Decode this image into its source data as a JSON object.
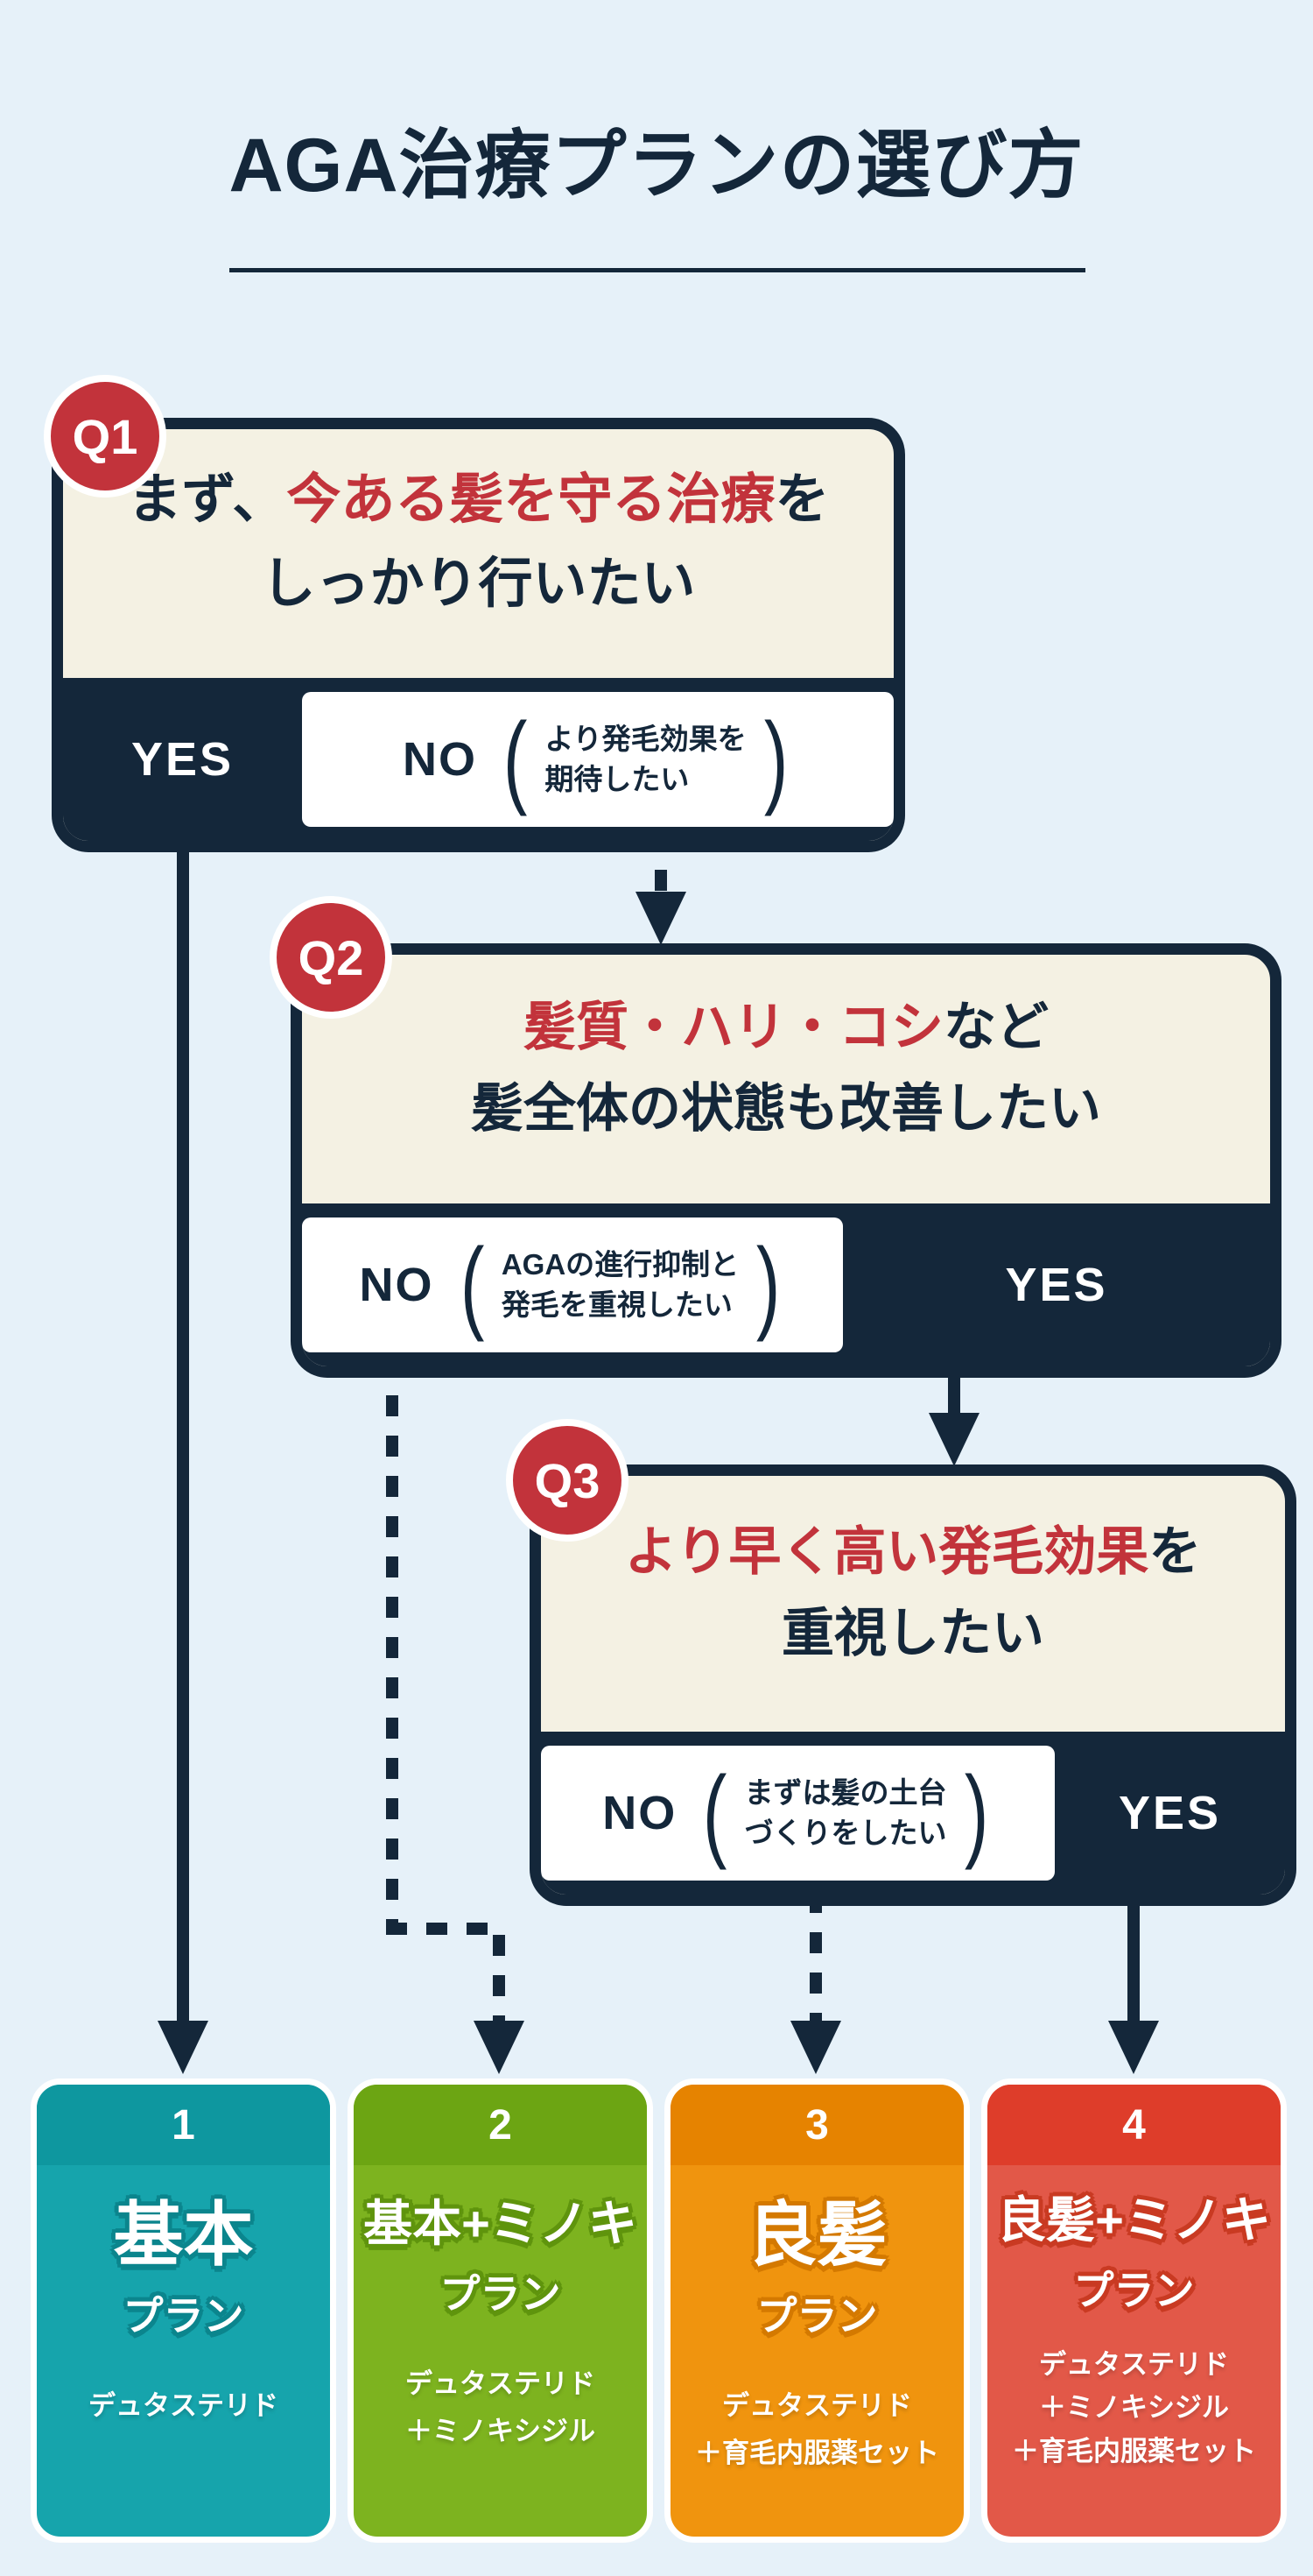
{
  "title": {
    "text": "AGA治療プランの選び方"
  },
  "colors": {
    "background": "#e6f1f9",
    "navy": "#14273a",
    "red": "#c2333b",
    "cream": "#f4f1e3",
    "plan1_body": "#16a4ac",
    "plan1_header": "#0e979f",
    "plan2_body": "#7db31f",
    "plan2_header": "#6ca513",
    "plan3_body": "#f0940e",
    "plan3_header": "#e68300",
    "plan4_body": "#e25848",
    "plan4_header": "#de3d2a"
  },
  "questions": [
    {
      "id": "Q1",
      "line1_prefix": "まず、",
      "line1_highlight": "今ある髪を守る治療",
      "line1_suffix": "を",
      "line2": "しっかり行いたい",
      "yes_label": "YES",
      "no_label": "NO",
      "no_note_line1": "より発毛効果を",
      "no_note_line2": "期待したい"
    },
    {
      "id": "Q2",
      "line1_prefix": "",
      "line1_highlight": "髪質・ハリ・コシ",
      "line1_suffix": "など",
      "line2": "髪全体の状態も改善したい",
      "yes_label": "YES",
      "no_label": "NO",
      "no_note_line1": "AGAの進行抑制と",
      "no_note_line2": "発毛を重視したい"
    },
    {
      "id": "Q3",
      "line1_prefix": "",
      "line1_highlight": "より早く高い発毛効果",
      "line1_suffix": "を",
      "line2": "重視したい",
      "yes_label": "YES",
      "no_label": "NO",
      "no_note_line1": "まずは髪の土台",
      "no_note_line2": "づくりをしたい"
    }
  ],
  "plans": [
    {
      "number": "1",
      "title": "基本",
      "subtitle": "プラン",
      "items": [
        "デュタステリド"
      ]
    },
    {
      "number": "2",
      "title": "基本+ミノキ",
      "subtitle": "プラン",
      "items": [
        "デュタステリド",
        "＋ミノキシジル"
      ]
    },
    {
      "number": "3",
      "title": "良髪",
      "subtitle": "プラン",
      "items": [
        "デュタステリド",
        "＋育毛内服薬セット"
      ]
    },
    {
      "number": "4",
      "title": "良髪+ミノキ",
      "subtitle": "プラン",
      "items": [
        "デュタステリド",
        "＋ミノキシジル",
        "＋育毛内服薬セット"
      ]
    }
  ]
}
